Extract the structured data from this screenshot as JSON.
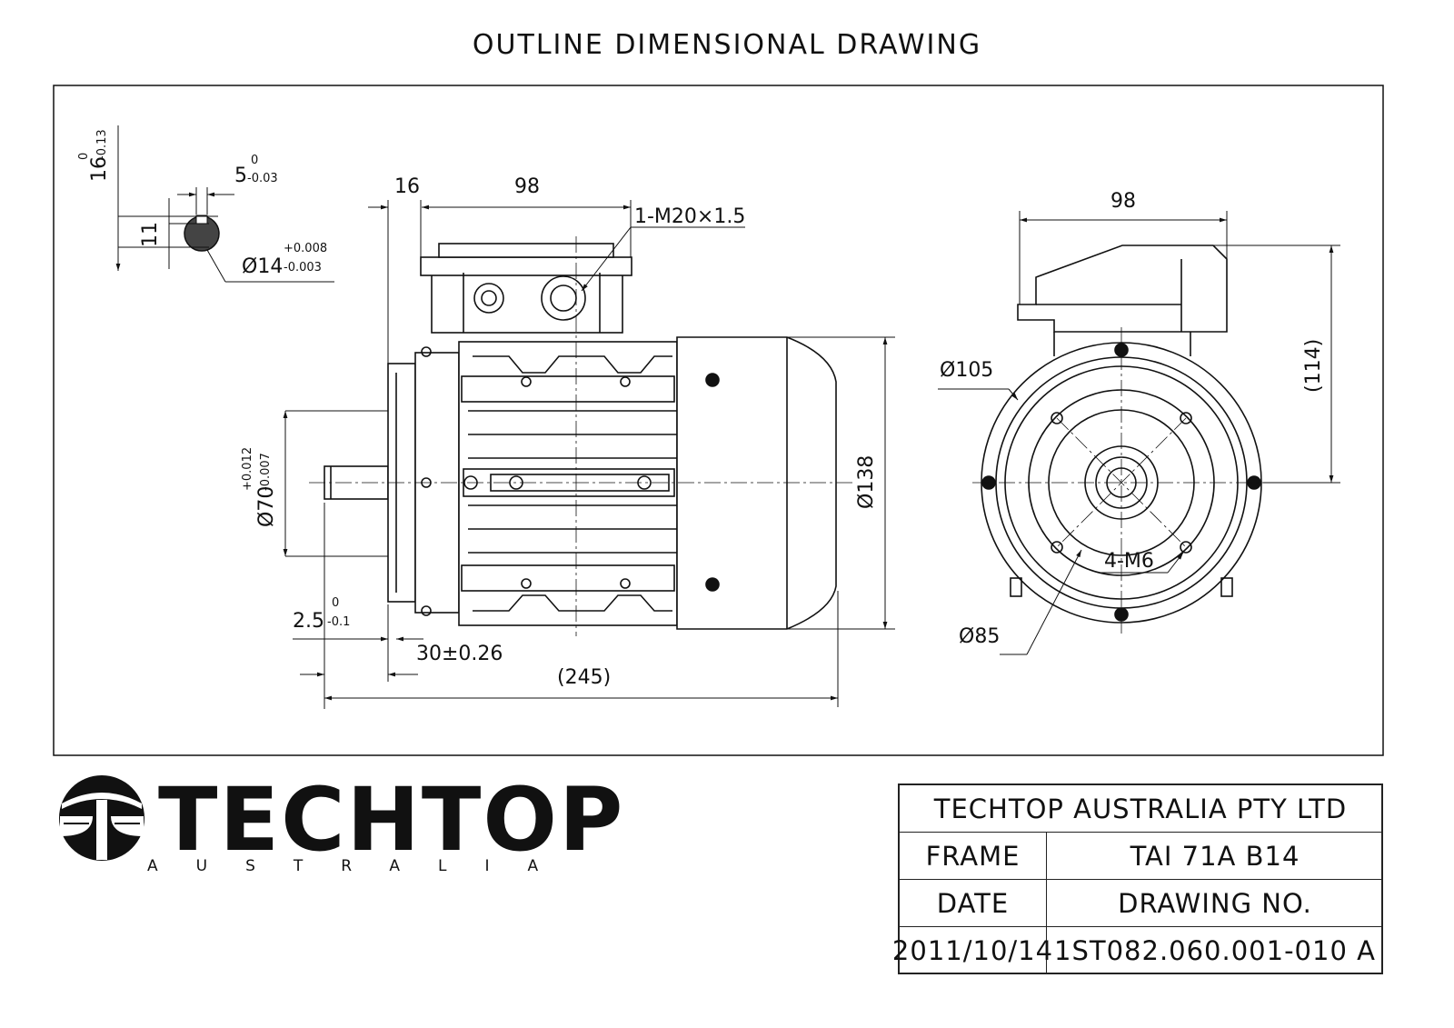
{
  "title": "OUTLINE DIMENSIONAL DRAWING",
  "dimensions": {
    "key_depth": "16",
    "key_depth_upper": "0",
    "key_depth_lower": "-0.13",
    "key_width": "5",
    "key_width_upper": "0",
    "key_width_lower": "-0.03",
    "key_height": "11",
    "shaft_diameter": "Ø14",
    "shaft_diameter_upper": "+0.008",
    "shaft_diameter_lower": "-0.003",
    "flange_offset": "16",
    "box_length": "98",
    "cable_gland": "1-M20×1.5",
    "spigot_diameter": "Ø70",
    "spigot_upper": "+0.012",
    "spigot_lower": "-0.007",
    "spigot_depth": "2.5",
    "spigot_depth_upper": "0",
    "spigot_depth_lower": "-0.1",
    "shaft_length": "30±0.26",
    "overall_length": "(245)",
    "body_diameter": "Ø138",
    "box_width": "98",
    "box_height": "(114)",
    "flange_diameter": "Ø105",
    "pcd_diameter": "Ø85",
    "flange_holes": "4-M6"
  },
  "brand": {
    "name": "TECHTOP",
    "sub": "AUSTRALIA"
  },
  "title_block": {
    "company": "TECHTOP AUSTRALIA PTY LTD",
    "frame_label": "FRAME",
    "frame_value": "TAI 71A B14",
    "date_label": "DATE",
    "drawing_label": "DRAWING NO.",
    "date_value": "2011/10/14",
    "drawing_value": "1ST082.060.001-010 A"
  }
}
